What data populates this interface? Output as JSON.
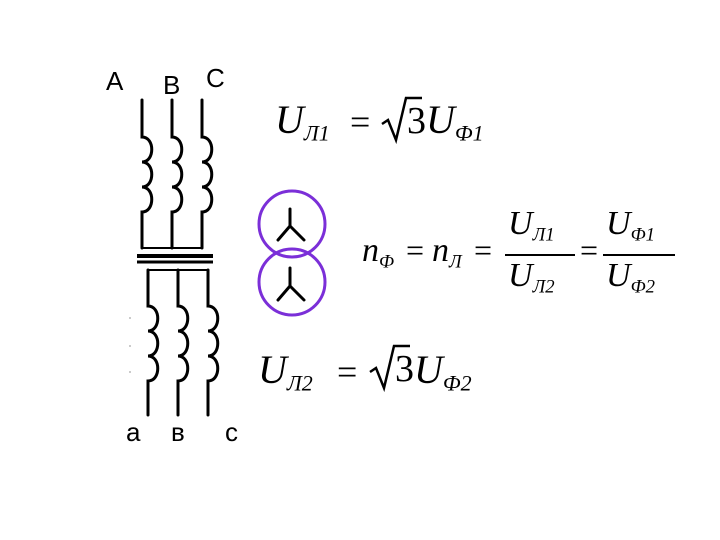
{
  "primary_labels": [
    "A",
    "B",
    "C"
  ],
  "secondary_labels": [
    "a",
    "в",
    "c"
  ],
  "connection_symbol": "star-wye-icon",
  "colors": {
    "circle": "#7b2fd8",
    "line": "#000000"
  },
  "formula_top": {
    "U": "U",
    "sub": "Л1",
    "eq": "=",
    "three": "3",
    "U2": "U",
    "sub2": "Ф1"
  },
  "formula_ratio": {
    "n_f": "n",
    "n_f_sub": "Ф",
    "eq1": "=",
    "n_l": "n",
    "n_l_sub": "Л",
    "eq2": "=",
    "num1": "U",
    "num1_sub": "Л1",
    "den1": "U",
    "den1_sub": "Л2",
    "eq3": "=",
    "num2": "U",
    "num2_sub": "Ф1",
    "den2": "U",
    "den2_sub": "Ф2"
  },
  "formula_bottom": {
    "U": "U",
    "sub": "Л2",
    "eq": "=",
    "three": "3",
    "U2": "U",
    "sub2": "Ф2"
  }
}
